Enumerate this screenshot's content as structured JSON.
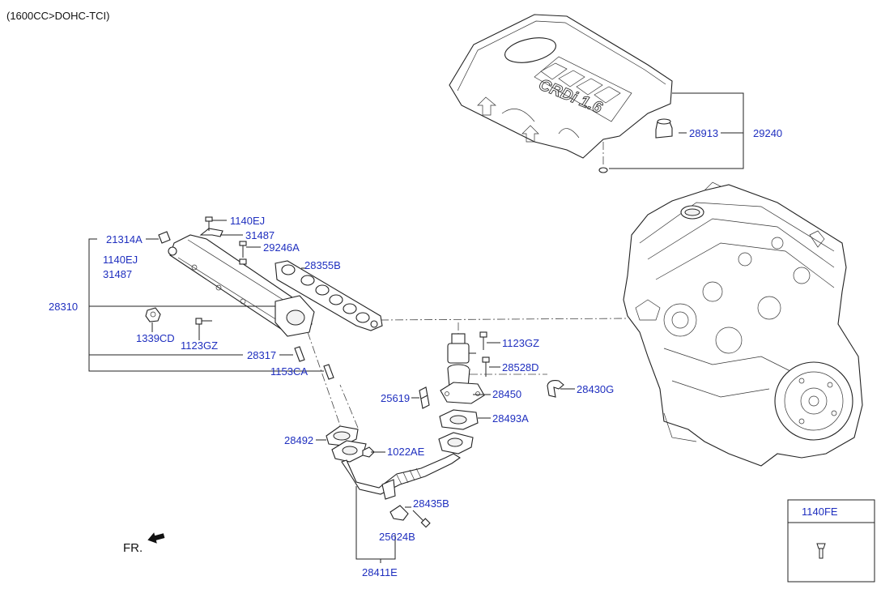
{
  "header": {
    "title": "(1600CC>DOHC-TCI)"
  },
  "labels": {
    "p29240": "29240",
    "p28913": "28913",
    "p1140EJ_top": "1140EJ",
    "p31487_top": "31487",
    "p29246A": "29246A",
    "p28355B": "28355B",
    "p21314A": "21314A",
    "p1140EJ_left": "1140EJ",
    "p31487_left": "31487",
    "p28310": "28310",
    "p1339CD": "1339CD",
    "p1123GZ_left": "1123GZ",
    "p28317": "28317",
    "p1153CA": "1153CA",
    "p1123GZ_right": "1123GZ",
    "p28528D": "28528D",
    "p28430G": "28430G",
    "p25619": "25619",
    "p28450": "28450",
    "p28493A": "28493A",
    "p28492": "28492",
    "p1022AE": "1022AE",
    "p28435B": "28435B",
    "p25624B": "25624B",
    "p28411E": "28411E"
  },
  "legend_box": {
    "title": "1140FE"
  },
  "direction": {
    "label": "FR."
  },
  "icons": [
    "arrow-fr-icon",
    "bolt-icon"
  ]
}
